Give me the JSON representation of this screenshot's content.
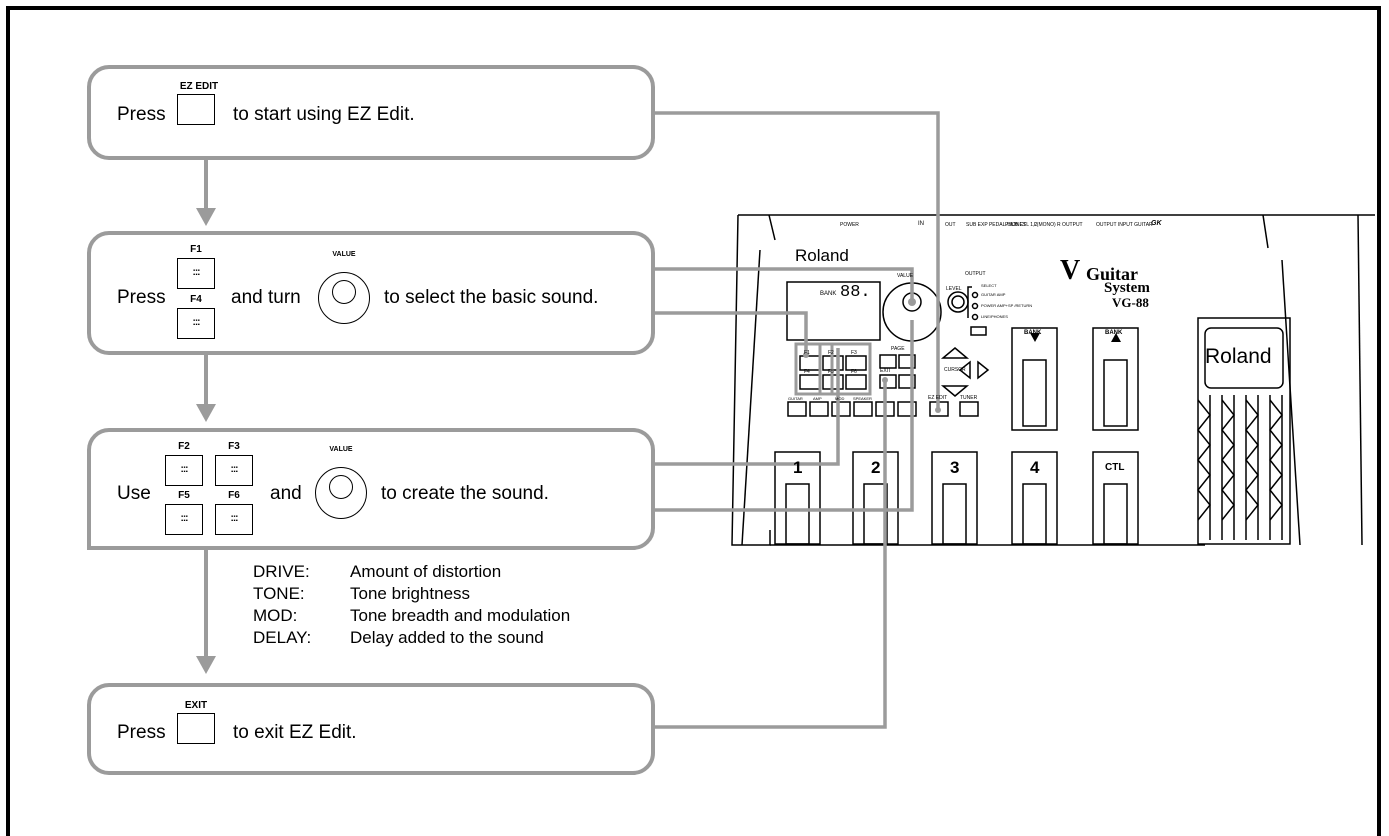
{
  "step1": {
    "press": "Press",
    "button_caption": "EZ EDIT",
    "text": "to start using EZ Edit."
  },
  "step2": {
    "press": "Press",
    "f1": "F1",
    "f4": "F4",
    "and_turn": "and turn",
    "value_caption": "VALUE",
    "text": "to select the basic sound."
  },
  "step3": {
    "use": "Use",
    "f2": "F2",
    "f3": "F3",
    "f5": "F5",
    "f6": "F6",
    "and": "and",
    "value_caption": "VALUE",
    "text": "to create the sound."
  },
  "descriptions": [
    {
      "key": "DRIVE:",
      "value": "Amount of distortion"
    },
    {
      "key": "TONE:",
      "value": "Tone brightness"
    },
    {
      "key": "MOD:",
      "value": "Tone breadth and modulation"
    },
    {
      "key": "DELAY:",
      "value": "Delay added to the sound"
    }
  ],
  "step4": {
    "press": "Press",
    "button_caption": "EXIT",
    "text": "to exit EZ Edit."
  },
  "device": {
    "brand": "Roland",
    "brand_pedal": "Roland",
    "model_v": "V",
    "model_guitar": "Guitar",
    "model_system": "System",
    "model_number": "VG-88",
    "top_power": "POWER",
    "top_in": "IN",
    "top_out": "OUT",
    "top_sub": "SUB EXP PEDAL /SUB CTL 1,2",
    "top_phones": "PHONES",
    "top_lmono": "L(MONO) R OUTPUT",
    "top_output_input": "OUTPUT INPUT GUITAR",
    "top_gk": "GK",
    "bank_label": "BANK",
    "bank_display": "88.",
    "value_label": "VALUE",
    "output_label": "OUTPUT",
    "level_label": "LEVEL",
    "sel_label": "SELECT",
    "out_guitar_amp": "GUITAR AMP",
    "out_power_amp": "POWER AMP+SP /RETURN",
    "out_line": "LINE/PHONES",
    "page_label": "PAGE",
    "cursor_label": "CURSOR",
    "exit_label": "EXIT",
    "ezedit_label": "EZ EDIT",
    "tuner_label": "TUNER",
    "fkeys": [
      "F1",
      "F2",
      "F3",
      "F4",
      "F5",
      "F6"
    ],
    "cat_labels": [
      "GUITAR",
      "AMP",
      "MOD",
      "SPEAKER"
    ],
    "bank_down": "BANK",
    "bank_up": "BANK",
    "pedals": [
      "1",
      "2",
      "3",
      "4",
      "CTL"
    ]
  },
  "colors": {
    "connector": "#9b9b9b",
    "line": "#000000"
  }
}
